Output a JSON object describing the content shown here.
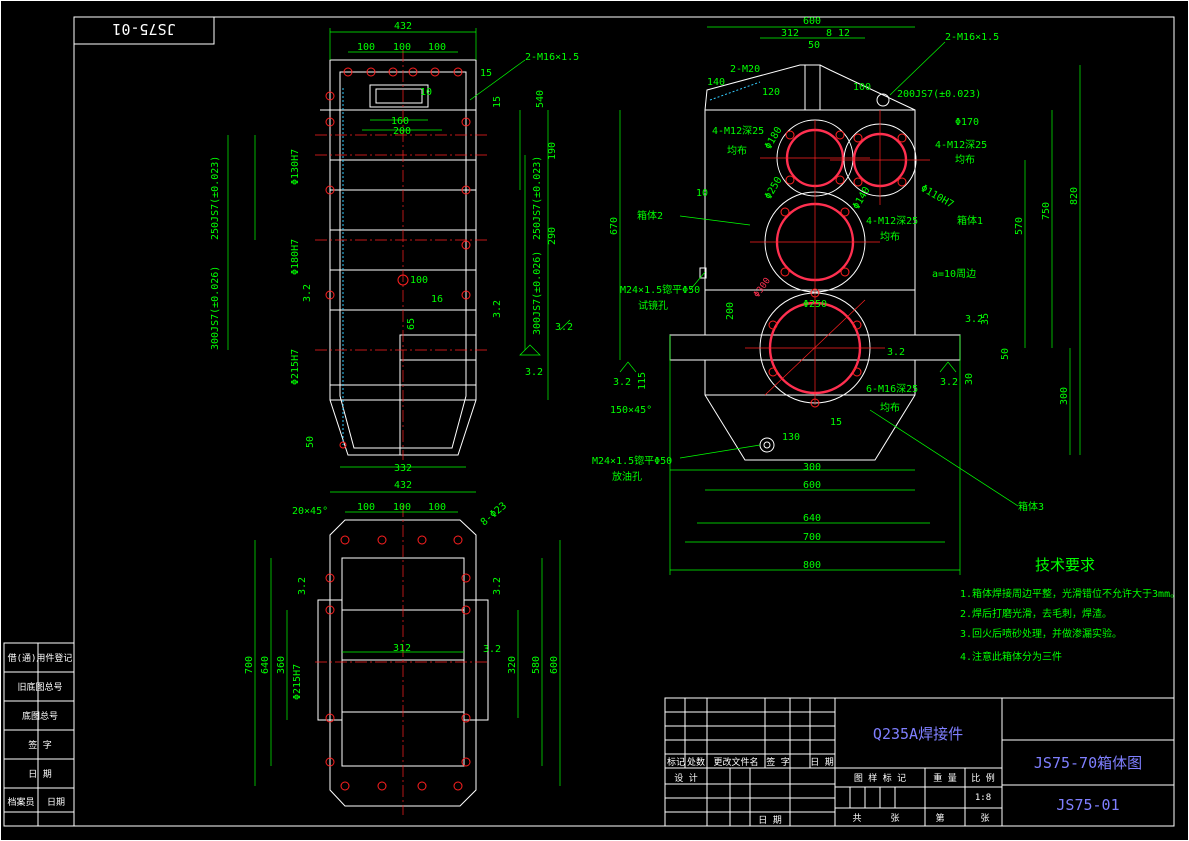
{
  "drawing": {
    "stamp_code": "JS75-01",
    "tech_requirements": {
      "title": "技术要求",
      "items": [
        "1.箱体焊接周边平整，光滑错位不允许大于3mm。",
        "2.焊后打磨光滑，去毛刺，焊渣。",
        "3.回火后喷砂处理，并做渗漏实验。",
        "4.注意此箱体分为三件"
      ]
    },
    "title_block": {
      "material": "Q235A焊接件",
      "drawing_name": "JS75-70箱体图",
      "drawing_number": "JS75-01",
      "scale": "1:8",
      "row_labels": [
        "标记",
        "处数",
        "更改文件名",
        "签 字",
        "日 期"
      ],
      "designer_label": "设 计",
      "date_label": "日 期",
      "info_labels": [
        "图 样 标 记",
        "重 量",
        "比 例"
      ],
      "sheet_labels": [
        "共",
        "张",
        "第",
        "张"
      ]
    },
    "side_table": [
      "借(通)用件登记",
      "旧底图总号",
      "底图总号",
      "签 字",
      "日 期",
      "档案员",
      "日期"
    ],
    "labels": {
      "box1": "箱体1",
      "box2": "箱体2",
      "box3": "箱体3",
      "drain": "M24×1.5锪平Φ50",
      "drain_name": "放油孔",
      "test_hole": "M24×1.5锪平Φ50",
      "test_hole_name": "试镜孔",
      "weld": "a=10周边",
      "bolt1": "4-M12深25",
      "bolt2": "4-M12深25",
      "bolt3": "4-M12深25",
      "bolt4": "6-M16深25",
      "even": "均布",
      "m16_top": "2-M16×1.5",
      "m16_right": "2-M16×1.5",
      "m20": "2-M20",
      "phi23": "8-Φ23",
      "fit200": "200JS7(±0.023)",
      "chamfer_top": "20×45°",
      "chamfer_side": "150×45°",
      "phi250": "Φ250",
      "phi170": "Φ170",
      "phi180": "Φ180",
      "phi140": "Φ140",
      "phi300": "Φ300",
      "fit110": "Φ110H7",
      "fit130": "Φ130H7",
      "fit180": "Φ180H7",
      "fit215": "Φ215H7",
      "fit250": "250JS7(±0.023)",
      "fit300": "300JS7(±0.026)",
      "rough": "3.2"
    },
    "dimensions": {
      "front": {
        "top": "432",
        "a": "100",
        "b": "100",
        "c": "100",
        "h": "15",
        "w160": "160",
        "w200": "200",
        "bot": "332",
        "d100": "100",
        "d16": "16",
        "d65": "65",
        "d50": "50",
        "d190": "190",
        "d290": "290",
        "d540": "540",
        "d10": "10",
        "d15": "15"
      },
      "side": {
        "top": "600",
        "d312": "312",
        "d50": "50",
        "d100": "100",
        "d140": "140",
        "d120": "120",
        "d200": "200",
        "d10": "10",
        "d670": "670",
        "d570": "570",
        "d750": "750",
        "d820": "820",
        "d300": "300",
        "d115": "115",
        "d130": "130",
        "d15": "15",
        "d35": "35",
        "d50b": "50",
        "d30": "30",
        "b300": "300",
        "b600": "600",
        "b640": "640",
        "b700": "700",
        "b800": "800",
        "d8": "8",
        "d12": "12"
      },
      "plan": {
        "top": "432",
        "d100a": "100",
        "d100b": "100",
        "d100c": "100",
        "d312": "312",
        "h700": "700",
        "h640": "640",
        "h360": "360",
        "h320": "320",
        "h580": "580",
        "h600": "600"
      }
    }
  }
}
